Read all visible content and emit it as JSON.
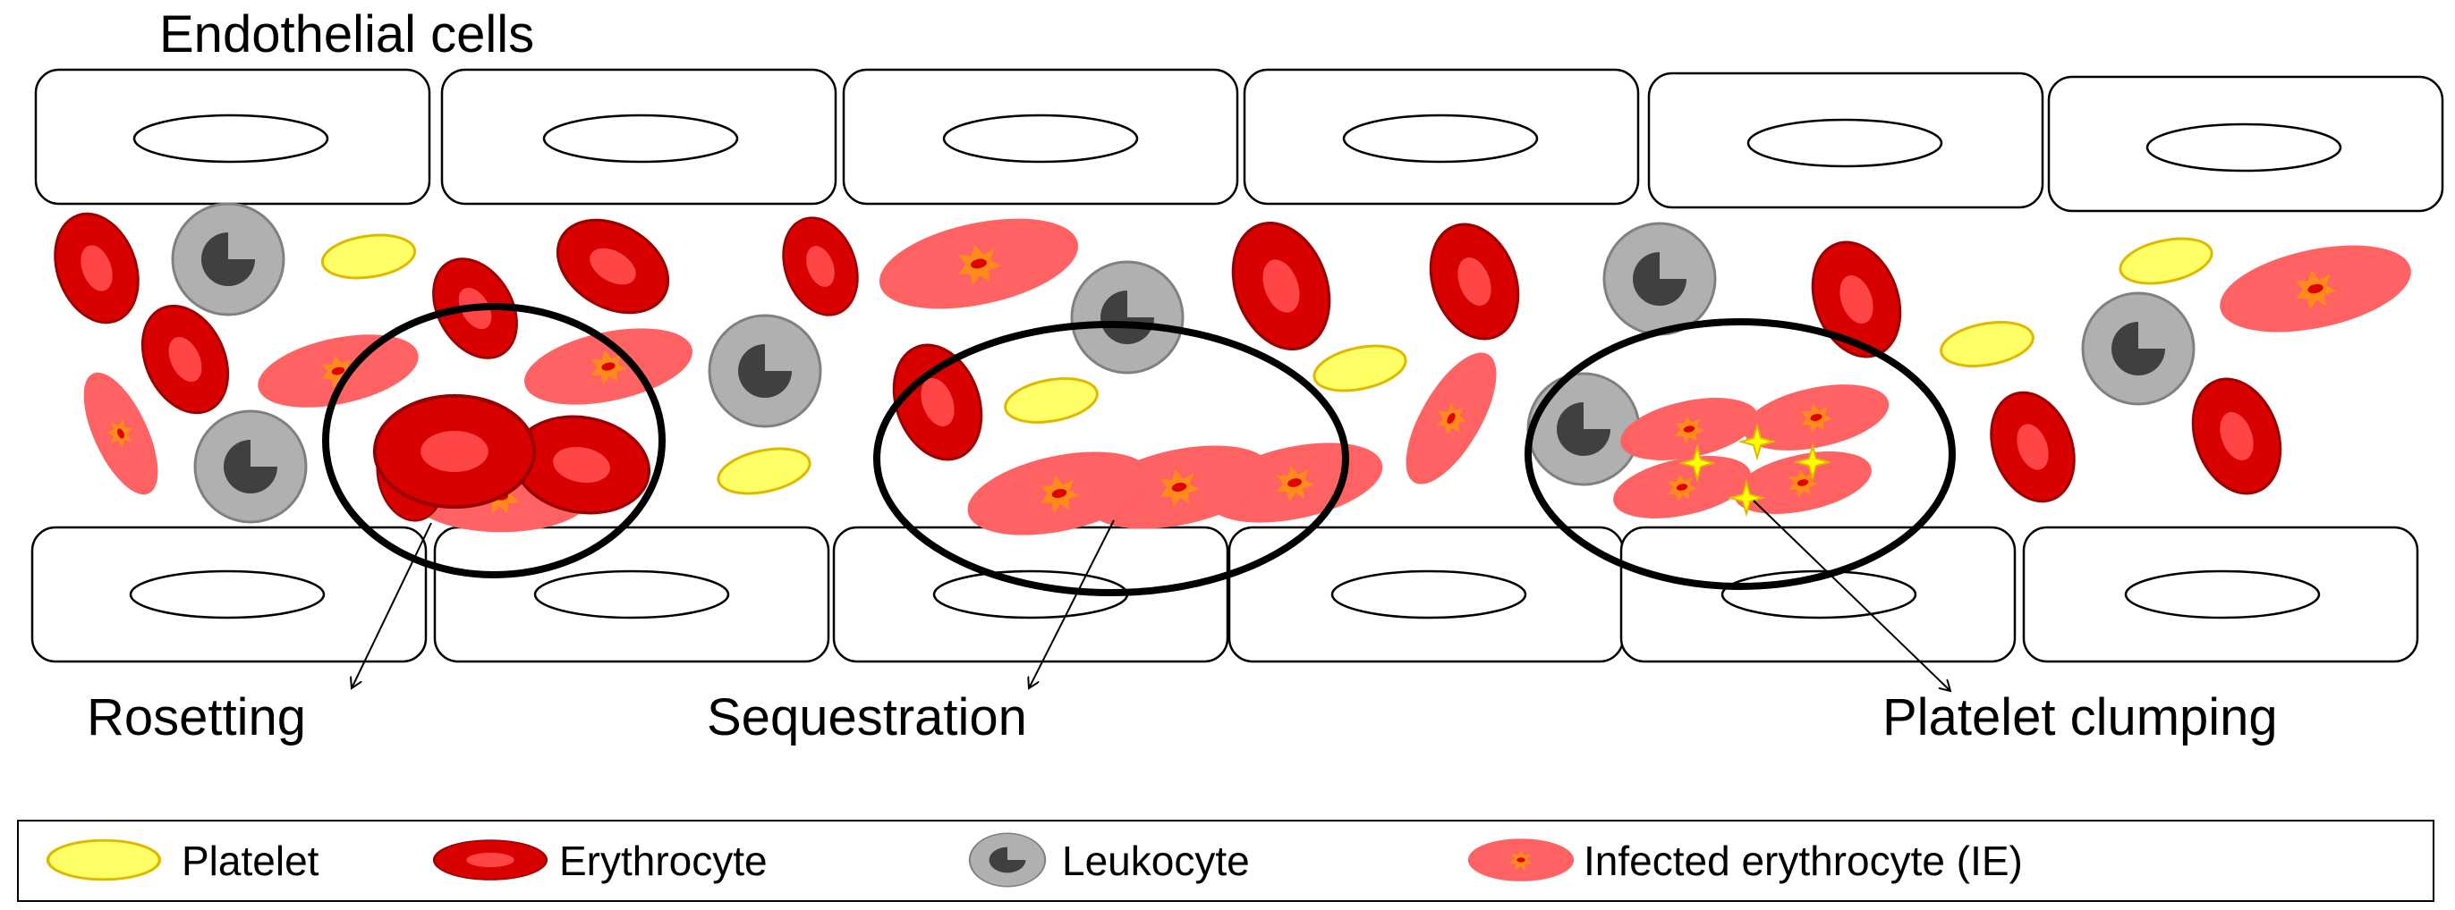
{
  "title": "Endothelial cells",
  "callouts": {
    "rosetting": "Rosetting",
    "sequestration": "Sequestration",
    "platelet_clumping": "Platelet clumping"
  },
  "legend": {
    "platelet": "Platelet",
    "erythrocyte": "Erythrocyte",
    "leukocyte": "Leukocyte",
    "infected": "Infected erythrocyte (IE)"
  },
  "colors": {
    "erythrocyte": "#d90000",
    "erythrocyte_center": "#ff4545",
    "infected": "#ff6262",
    "parasite": "#ff8c1a",
    "parasite_core": "#e00000",
    "platelet": "#ffff66",
    "platelet_border": "#e0b800",
    "leukocyte": "#b0b0b0",
    "leukocyte_nucleus": "#404040"
  }
}
